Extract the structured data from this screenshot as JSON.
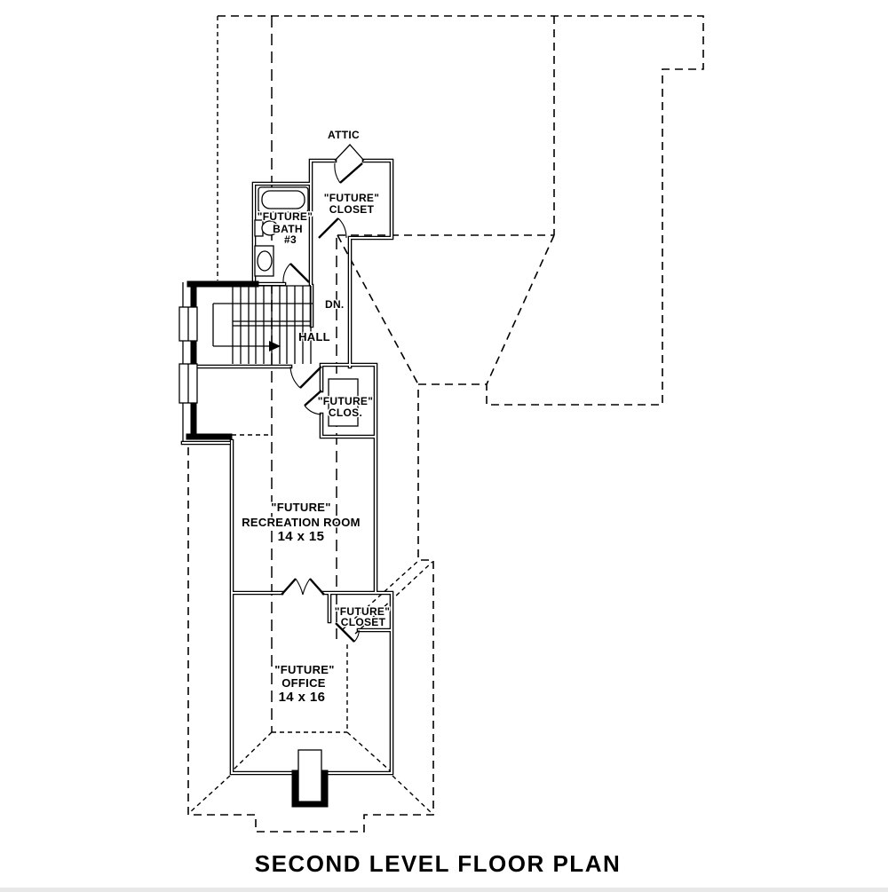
{
  "page": {
    "background": "#ffffff",
    "line_color": "#000000"
  },
  "title": {
    "text": "SECOND LEVEL FLOOR PLAN"
  },
  "labels": {
    "attic": "ATTIC",
    "upper_closet": {
      "line1": "\"FUTURE\"",
      "line2": "CLOSET"
    },
    "bath": {
      "line1": "\"FUTURE\"",
      "line2": "BATH",
      "line3": "#3"
    },
    "stairs": {
      "down": "DN."
    },
    "hall": "HALL",
    "mid_closet": {
      "line1": "\"FUTURE\"",
      "line2": "CLOS."
    },
    "recreation": {
      "line1": "\"FUTURE\"",
      "line2": "RECREATION ROOM",
      "line3": "14 x 15"
    },
    "lower_closet": {
      "line1": "\"FUTURE\"",
      "line2": "CLOSET"
    },
    "office": {
      "line1": "\"FUTURE\"",
      "line2": "OFFICE",
      "line3": "14 x 16"
    }
  }
}
